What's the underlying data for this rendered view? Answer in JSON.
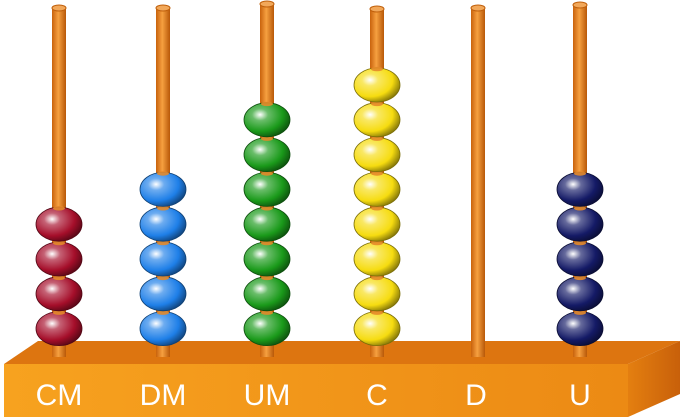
{
  "abacus": {
    "rods": [
      {
        "label": "CM",
        "beads": 4,
        "color": "#a50e2a"
      },
      {
        "label": "DM",
        "beads": 5,
        "color": "#1e7fe8"
      },
      {
        "label": "UM",
        "beads": 7,
        "color": "#1a9a1a"
      },
      {
        "label": "C",
        "beads": 8,
        "color": "#f6dc10"
      },
      {
        "label": "D",
        "beads": 0,
        "color": "#f6dc10"
      },
      {
        "label": "U",
        "beads": 5,
        "color": "#141a66"
      }
    ],
    "colors": {
      "base_top": "#e07a10",
      "base_front": "#f59a1e",
      "base_side": "#d06a08",
      "rod": "#e88a28"
    }
  }
}
